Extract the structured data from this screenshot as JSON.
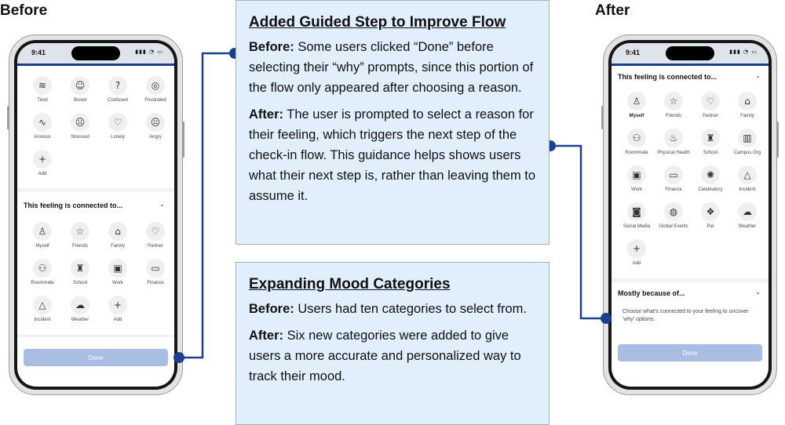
{
  "labels": {
    "before": "Before",
    "after": "After"
  },
  "status_time": "9:41",
  "box1": {
    "title": "Added Guided Step to Improve Flow",
    "before_label": "Before:",
    "before_text": " Some users clicked “Done” before selecting their “why” prompts, since this portion of the flow only appeared after choosing a reason.",
    "after_label": "After:",
    "after_text": " The user is prompted to select a reason for their feeling, which triggers the next step of the check-in flow. This guidance helps shows users what their next step is, rather than leaving them to assume it."
  },
  "box2": {
    "title": "Expanding Mood Categories",
    "before_label": "Before:",
    "before_text": " Users had ten categories to select from.",
    "after_label": "After:",
    "after_text": " Six new categories were added to give users a more accurate and personalized way to track their mood."
  },
  "before_phone": {
    "moods": [
      {
        "label": "Tired",
        "icon": "tired-icon",
        "glyph": "≋"
      },
      {
        "label": "Bored",
        "icon": "bored-icon",
        "glyph": "☺"
      },
      {
        "label": "Confused",
        "icon": "confused-icon",
        "glyph": "?"
      },
      {
        "label": "Frustrated",
        "icon": "frustrated-icon",
        "glyph": "◎"
      },
      {
        "label": "Anxious",
        "icon": "anxious-icon",
        "glyph": "∿"
      },
      {
        "label": "Stressed",
        "icon": "stressed-icon",
        "glyph": "☹"
      },
      {
        "label": "Lonely",
        "icon": "lonely-icon",
        "glyph": "♡"
      },
      {
        "label": "Angry",
        "icon": "angry-icon",
        "glyph": "☹"
      },
      {
        "label": "Add",
        "icon": "plus-icon",
        "glyph": "+"
      }
    ],
    "section_title": "This feeling is connected to...",
    "categories": [
      {
        "label": "Myself",
        "icon": "person-icon",
        "glyph": "♙"
      },
      {
        "label": "Friends",
        "icon": "friends-icon",
        "glyph": "☆"
      },
      {
        "label": "Family",
        "icon": "home-icon",
        "glyph": "⌂"
      },
      {
        "label": "Partner",
        "icon": "heart-icon",
        "glyph": "♡"
      },
      {
        "label": "Roommate",
        "icon": "roommate-icon",
        "glyph": "⚇"
      },
      {
        "label": "School",
        "icon": "graduation-cap-icon",
        "glyph": "♜"
      },
      {
        "label": "Work",
        "icon": "briefcase-icon",
        "glyph": "▣"
      },
      {
        "label": "Finance",
        "icon": "money-icon",
        "glyph": "▭"
      },
      {
        "label": "Incident",
        "icon": "cone-icon",
        "glyph": "△"
      },
      {
        "label": "Weather",
        "icon": "weather-icon",
        "glyph": "☁"
      },
      {
        "label": "Add",
        "icon": "plus-icon",
        "glyph": "+"
      }
    ],
    "done": "Done"
  },
  "after_phone": {
    "section_title": "This feeling is connected to...",
    "categories": [
      {
        "label": "Myself",
        "icon": "person-icon",
        "glyph": "♙"
      },
      {
        "label": "Friends",
        "icon": "friends-icon",
        "glyph": "☆"
      },
      {
        "label": "Partner",
        "icon": "heart-icon",
        "glyph": "♡"
      },
      {
        "label": "Family",
        "icon": "home-icon",
        "glyph": "⌂"
      },
      {
        "label": "Roommate",
        "icon": "roommate-icon",
        "glyph": "⚇"
      },
      {
        "label": "Physical Health",
        "icon": "running-icon",
        "glyph": "♨"
      },
      {
        "label": "School",
        "icon": "graduation-cap-icon",
        "glyph": "♜"
      },
      {
        "label": "Campus Org",
        "icon": "building-icon",
        "glyph": "▥"
      },
      {
        "label": "Work",
        "icon": "briefcase-icon",
        "glyph": "▣"
      },
      {
        "label": "Finance",
        "icon": "money-icon",
        "glyph": "▭"
      },
      {
        "label": "Celebratory",
        "icon": "party-icon",
        "glyph": "✺"
      },
      {
        "label": "Incident",
        "icon": "cone-icon",
        "glyph": "△"
      },
      {
        "label": "Social Media",
        "icon": "instagram-icon",
        "glyph": "◙"
      },
      {
        "label": "Global Events",
        "icon": "globe-icon",
        "glyph": "◍"
      },
      {
        "label": "Pet",
        "icon": "paw-icon",
        "glyph": "❖"
      },
      {
        "label": "Weather",
        "icon": "weather-icon",
        "glyph": "☁"
      },
      {
        "label": "Add",
        "icon": "plus-icon",
        "glyph": "+"
      }
    ],
    "section2_title": "Mostly because of...",
    "hint": "Choose what's connected to your feeling to uncover 'why' options.",
    "done": "Done"
  },
  "colors": {
    "connector": "#1d3f8f",
    "box_bg": "#e1eefb",
    "done_bg": "#a9bde3"
  }
}
